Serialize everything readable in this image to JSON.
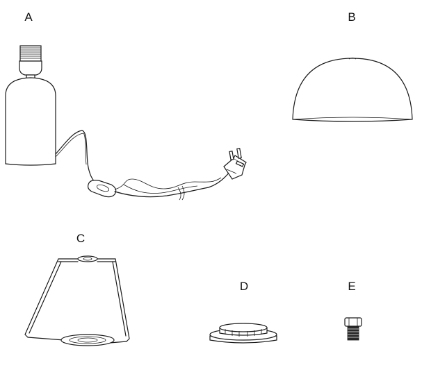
{
  "parts": {
    "a": {
      "label": "A"
    },
    "b": {
      "label": "B"
    },
    "c": {
      "label": "C"
    },
    "d": {
      "label": "D"
    },
    "e": {
      "label": "E"
    }
  }
}
